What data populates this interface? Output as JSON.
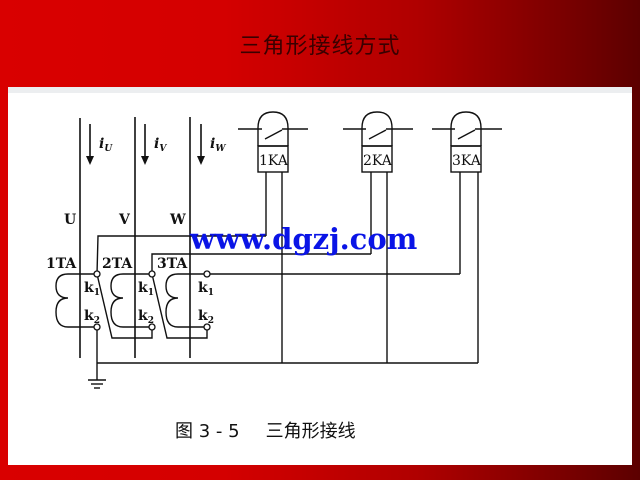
{
  "slide": {
    "title": "三角形接线方式",
    "colors": {
      "bg_left": "#d90000",
      "bg_right": "#5c0000",
      "title": "#3a0000",
      "watermark": "#0a14e6"
    }
  },
  "diagram": {
    "phases": [
      {
        "line": "U",
        "current": "i",
        "current_sub": "U"
      },
      {
        "line": "V",
        "current": "i",
        "current_sub": "V"
      },
      {
        "line": "W",
        "current": "i",
        "current_sub": "W"
      }
    ],
    "current_transformers": [
      {
        "label": "1TA",
        "k1": "k",
        "k1_sub": "1",
        "k2": "k",
        "k2_sub": "2"
      },
      {
        "label": "2TA",
        "k1": "k",
        "k1_sub": "1",
        "k2": "k",
        "k2_sub": "2"
      },
      {
        "label": "3TA",
        "k1": "k",
        "k1_sub": "1",
        "k2": "k",
        "k2_sub": "2"
      }
    ],
    "relays": [
      {
        "label": "1KA"
      },
      {
        "label": "2KA"
      },
      {
        "label": "3KA"
      }
    ],
    "ground_symbol": "ground-icon"
  },
  "watermark": {
    "text": "www.dgzj.com"
  },
  "caption": {
    "figure": "图 3 - 5",
    "text": "三角形接线"
  }
}
